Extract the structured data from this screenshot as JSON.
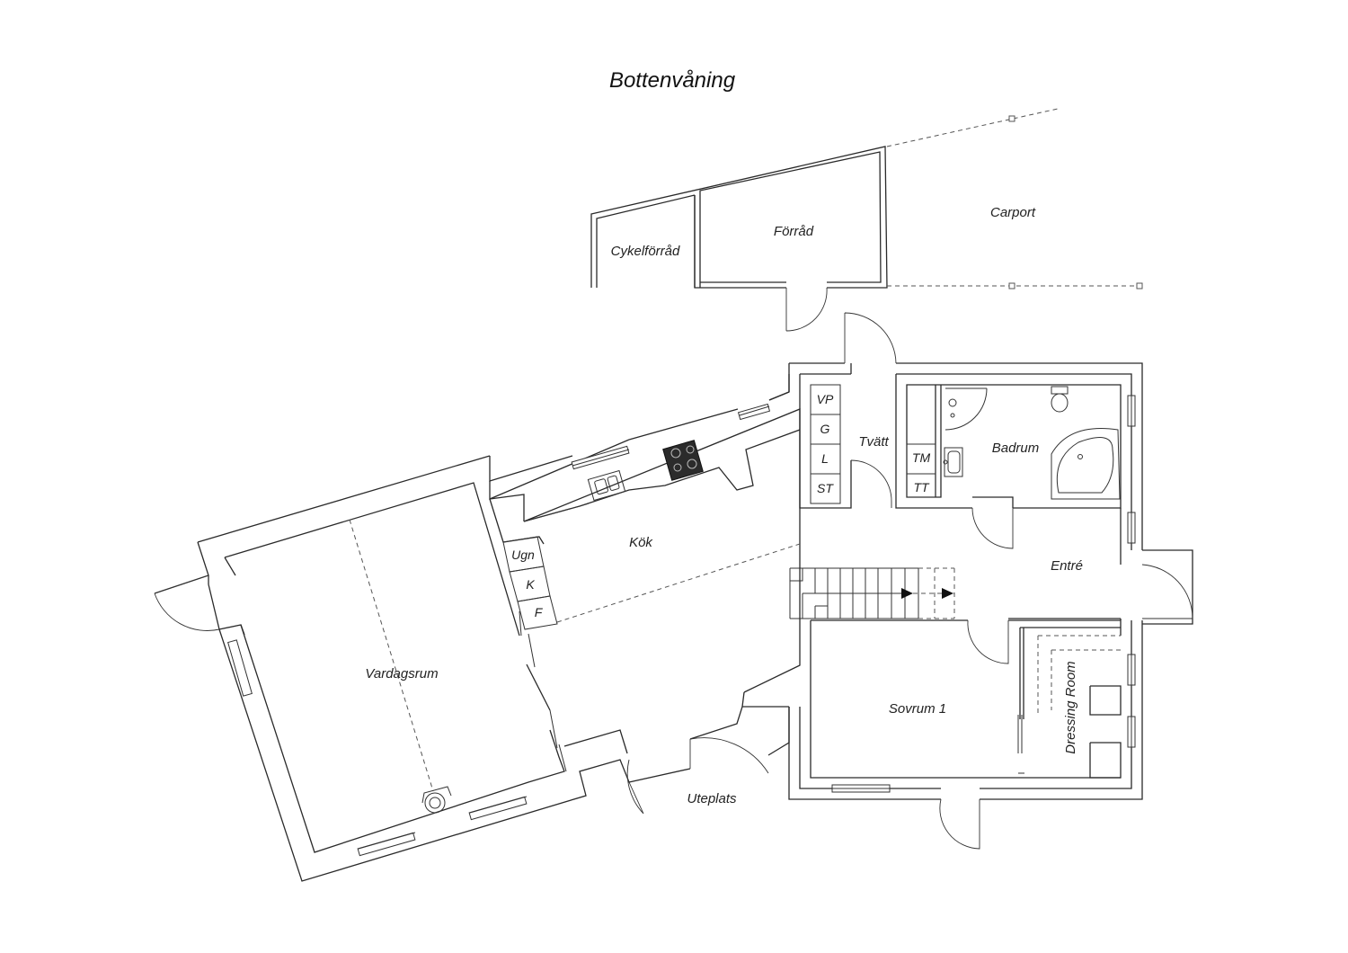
{
  "title": "Bottenvåning",
  "rooms": {
    "carport": "Carport",
    "forrad": "Förråd",
    "cykelforrad": "Cykelförråd",
    "tvatt": "Tvätt",
    "badrum": "Badrum",
    "kok": "Kök",
    "entre": "Entré",
    "vardagsrum": "Vardagsrum",
    "sovrum1": "Sovrum 1",
    "dressing_room": "Dressing Room",
    "uteplats": "Uteplats"
  },
  "appliances": {
    "vp": "VP",
    "g": "G",
    "l": "L",
    "st": "ST",
    "tm": "TM",
    "tt": "TT",
    "ugn": "Ugn",
    "k": "K",
    "f": "F"
  },
  "icons": {
    "stairs_arrow": "triangle-right",
    "stove": "cooktop-icon",
    "sink": "sink-icon",
    "bathtub": "corner-bathtub-icon",
    "toilet": "toilet-icon",
    "fireplace": "fireplace-icon"
  },
  "colors": {
    "line": "#2a2a2a",
    "background": "#ffffff",
    "stove_fill": "#2b2b2b"
  }
}
